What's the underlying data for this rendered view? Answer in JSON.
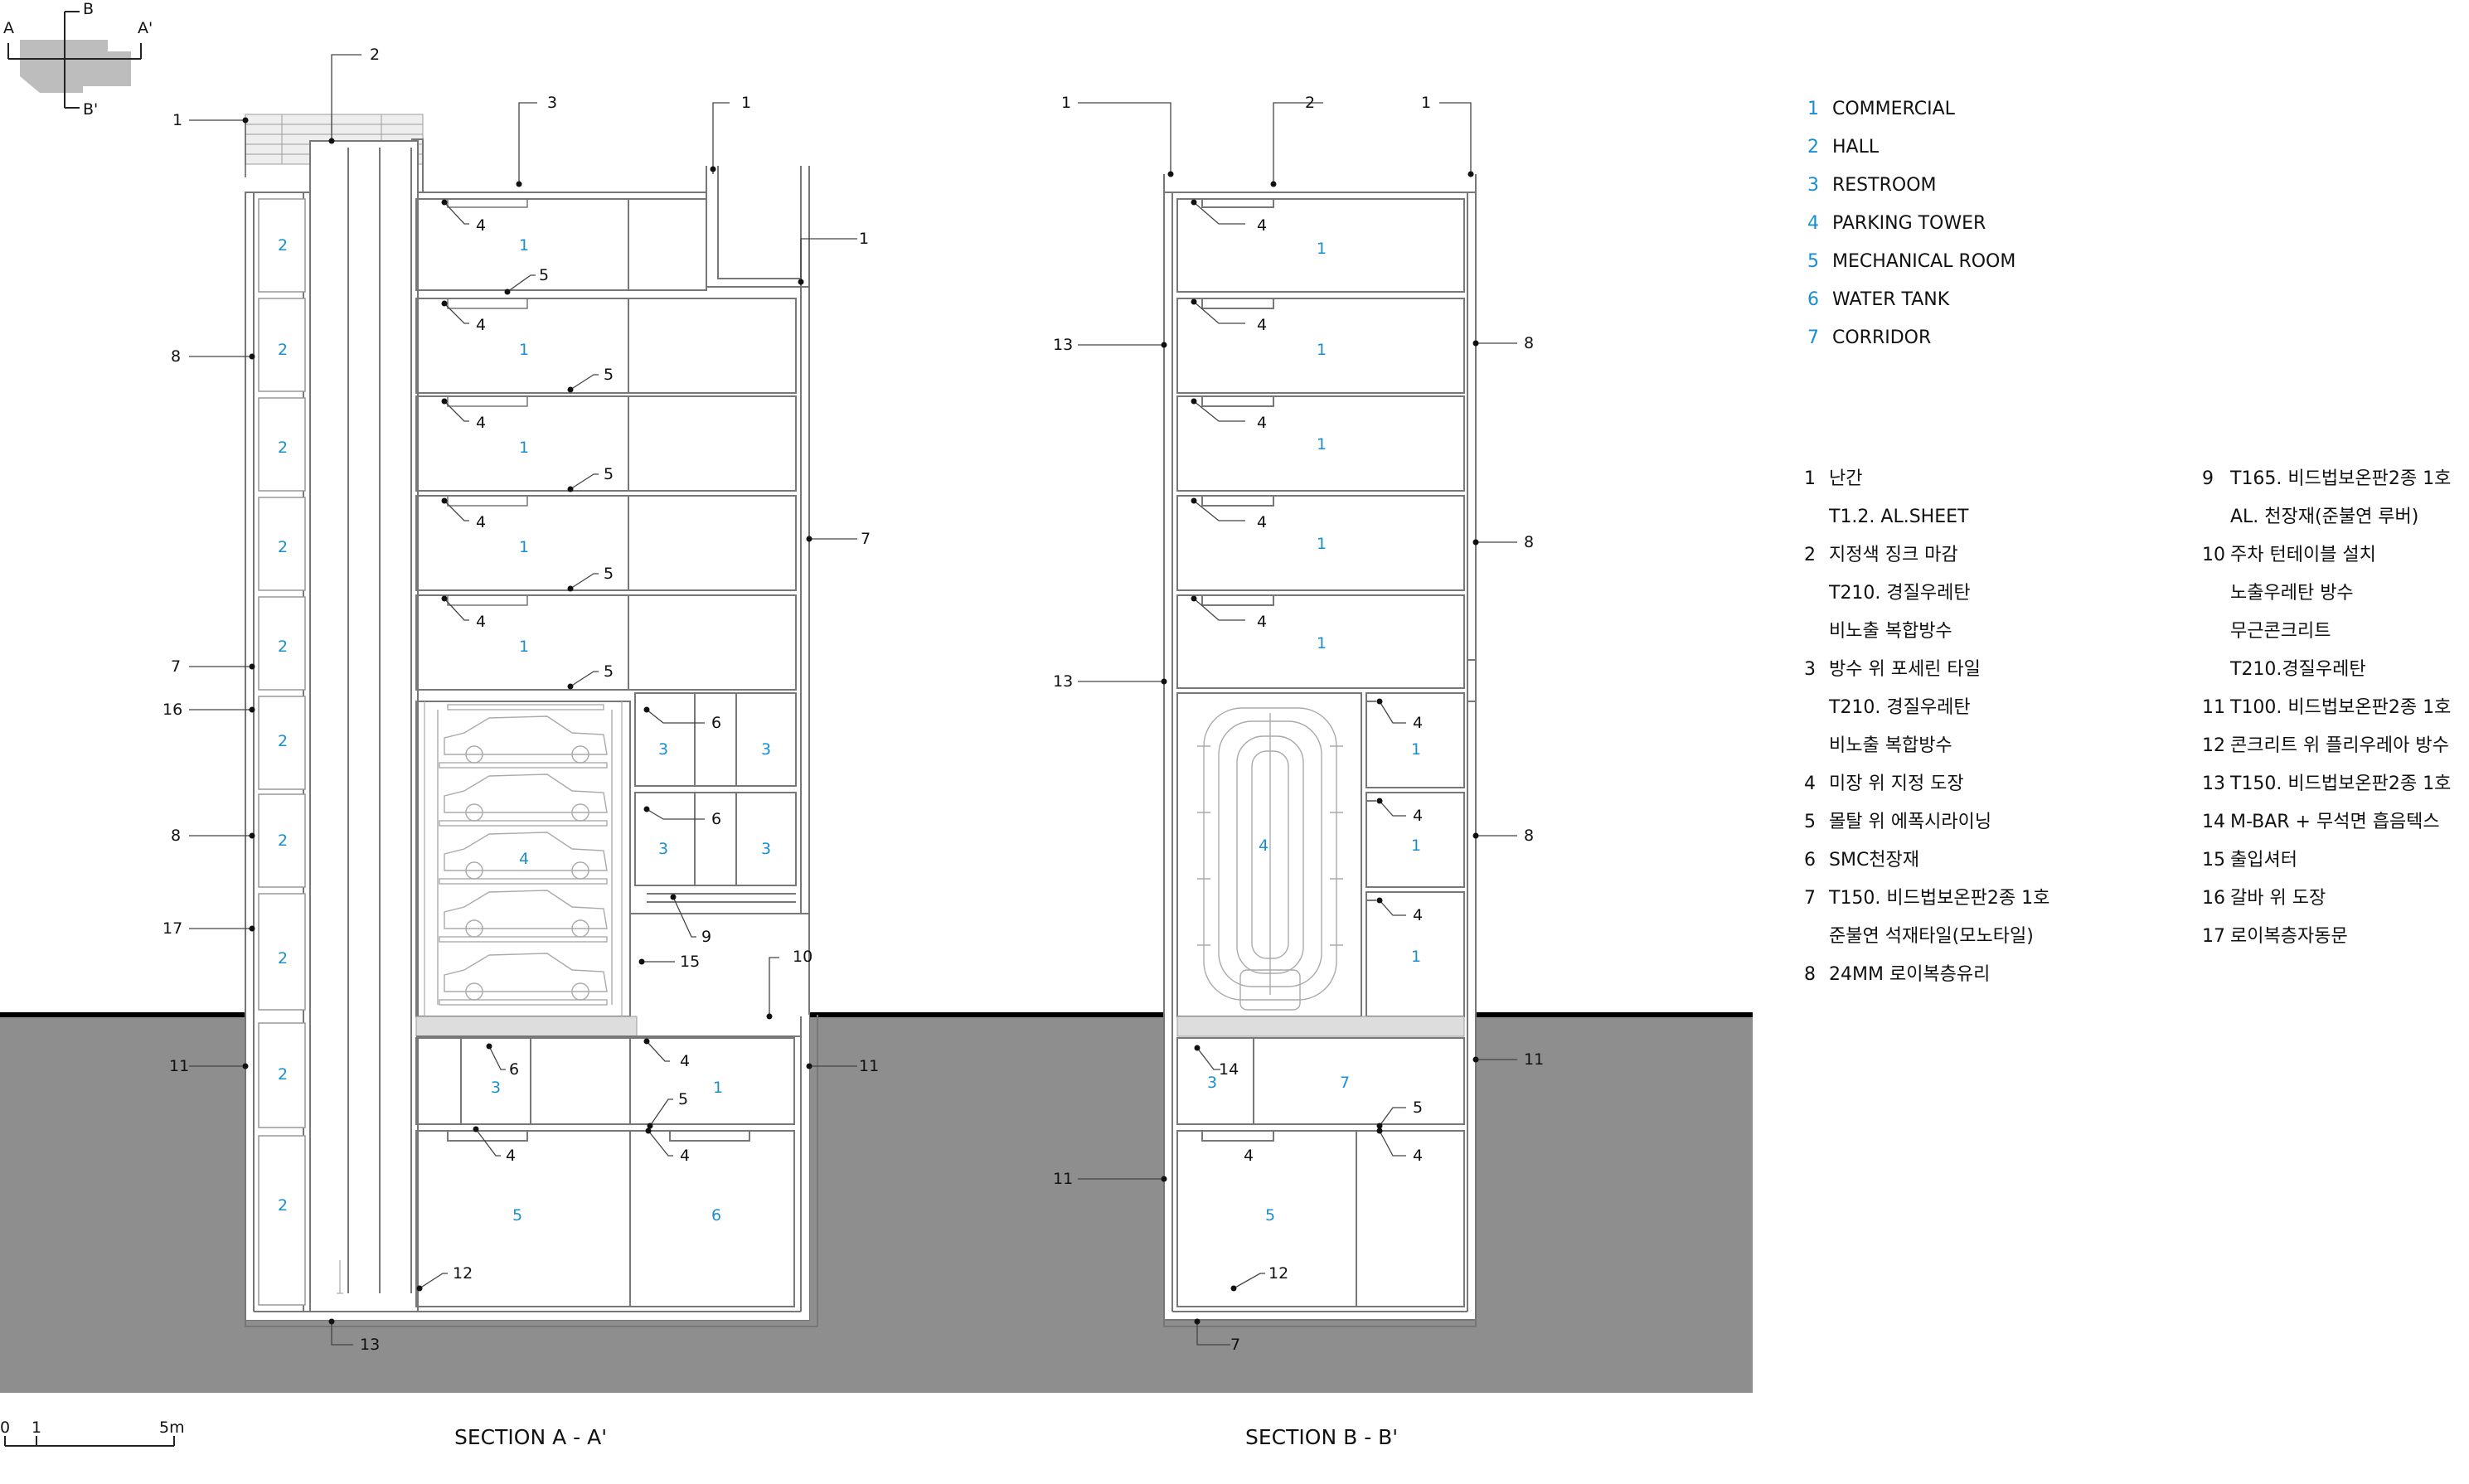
{
  "key_plan": {
    "a": "A",
    "a2": "A'",
    "b": "B",
    "b2": "B'"
  },
  "sectionA": {
    "title": "SECTION A - A'",
    "callouts": {
      "c1a": "1",
      "c2": "2",
      "c3": "3",
      "c1b": "1",
      "c1c": "1",
      "c4a": "4",
      "c5a": "5",
      "c4b": "4",
      "c5b": "5",
      "c4c": "4",
      "c5c": "5",
      "c4d": "4",
      "c5d": "5",
      "c4e": "4",
      "c5e": "5",
      "c6a": "6",
      "c6b": "6",
      "c9": "9",
      "c15": "15",
      "c10": "10",
      "c8a": "8",
      "c7a": "7",
      "c16": "16",
      "c8b": "8",
      "c17": "17",
      "c7b": "7",
      "c11a": "11",
      "c11b": "11",
      "c6c": "6",
      "c4f": "4",
      "c5f": "5",
      "c4g": "4",
      "c4h": "4",
      "c12": "12",
      "c13": "13"
    },
    "rooms": {
      "r2a": "2",
      "r2b": "2",
      "r2c": "2",
      "r2d": "2",
      "r2e": "2",
      "r2f": "2",
      "r2g": "2",
      "r2h": "2",
      "r2i": "2",
      "r2j": "2",
      "r1a": "1",
      "r1b": "1",
      "r1c": "1",
      "r1d": "1",
      "r1e": "1",
      "r3a": "3",
      "r3b": "3",
      "r3c": "3",
      "r3d": "3",
      "r4": "4",
      "r3e": "3",
      "r1f": "1",
      "r5": "5",
      "r6": "6"
    }
  },
  "sectionB": {
    "title": "SECTION B - B'",
    "callouts": {
      "c1a": "1",
      "c2": "2",
      "c1b": "1",
      "c4a": "4",
      "c4b": "4",
      "c4c": "4",
      "c4d": "4",
      "c4e": "4",
      "c13a": "13",
      "c13b": "13",
      "c8a": "8",
      "c8b": "8",
      "c8c": "8",
      "c4f": "4",
      "c4g": "4",
      "c4h": "4",
      "c14": "14",
      "c11a": "11",
      "c11b": "11",
      "c5": "5",
      "c4i": "4",
      "c4j": "4",
      "c12": "12",
      "c7": "7"
    },
    "rooms": {
      "r1a": "1",
      "r1b": "1",
      "r1c": "1",
      "r1d": "1",
      "r1e": "1",
      "r1f": "1",
      "r1g": "1",
      "r1h": "1",
      "r4": "4",
      "r3": "3",
      "r7": "7",
      "r5": "5"
    }
  },
  "legend_rooms": [
    {
      "num": "1",
      "label": "COMMERCIAL"
    },
    {
      "num": "2",
      "label": "HALL"
    },
    {
      "num": "3",
      "label": "RESTROOM"
    },
    {
      "num": "4",
      "label": "PARKING TOWER"
    },
    {
      "num": "5",
      "label": "MECHANICAL ROOM"
    },
    {
      "num": "6",
      "label": "WATER TANK"
    },
    {
      "num": "7",
      "label": "CORRIDOR"
    }
  ],
  "legend_materials_left": [
    {
      "num": "1",
      "lines": [
        "난간",
        "T1.2. AL.SHEET"
      ]
    },
    {
      "num": "2",
      "lines": [
        "지정색 징크 마감",
        "T210. 경질우레탄",
        "비노출 복합방수"
      ]
    },
    {
      "num": "3",
      "lines": [
        "방수 위 포세린 타일",
        "T210. 경질우레탄",
        "비노출 복합방수"
      ]
    },
    {
      "num": "4",
      "lines": [
        "미장 위 지정 도장"
      ]
    },
    {
      "num": "5",
      "lines": [
        "몰탈 위 에폭시라이닝"
      ]
    },
    {
      "num": "6",
      "lines": [
        "SMC천장재"
      ]
    },
    {
      "num": "7",
      "lines": [
        "T150. 비드법보온판2종 1호",
        "준불연 석재타일(모노타일)"
      ]
    },
    {
      "num": "8",
      "lines": [
        "24MM 로이복층유리"
      ]
    }
  ],
  "legend_materials_right": [
    {
      "num": "9",
      "lines": [
        "T165. 비드법보온판2종 1호",
        "AL. 천장재(준불연 루버)"
      ]
    },
    {
      "num": "10",
      "lines": [
        "주차 턴테이블 설치",
        "노출우레탄 방수",
        "무근콘크리트",
        "T210.경질우레탄"
      ]
    },
    {
      "num": "11",
      "lines": [
        "T100. 비드법보온판2종 1호"
      ]
    },
    {
      "num": "12",
      "lines": [
        "콘크리트 위 플리우레아 방수"
      ]
    },
    {
      "num": "13",
      "lines": [
        "T150. 비드법보온판2종 1호"
      ]
    },
    {
      "num": "14",
      "lines": [
        "M-BAR + 무석면 흡음텍스"
      ]
    },
    {
      "num": "15",
      "lines": [
        "출입셔터"
      ]
    },
    {
      "num": "16",
      "lines": [
        "갈바 위 도장"
      ]
    },
    {
      "num": "17",
      "lines": [
        "로이복층자동문"
      ]
    }
  ],
  "scale_bar": {
    "t0": "0",
    "t1": "1",
    "t5": "5m"
  },
  "colors": {
    "ground": "#8e8e8e",
    "accent": "#1a8fd0",
    "wall": "#777777"
  }
}
